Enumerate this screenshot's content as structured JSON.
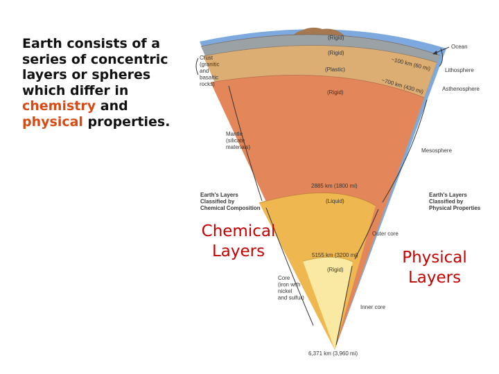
{
  "intro": {
    "line1": "Earth consists of a",
    "line2": "series of concentric",
    "line3": "layers or spheres",
    "line4": "which differ in",
    "highlight1": "chemistry",
    "conj": " and",
    "highlight2": "physical",
    "tail": " properties."
  },
  "labels": {
    "rigid_top": "(Rigid)",
    "rigid_litho": "(Rigid)",
    "plastic": "(Plastic)",
    "rigid_meso": "(Rigid)",
    "liquid": "(Liquid)",
    "rigid_inner": "(Rigid)",
    "ocean": "Ocean",
    "lithosphere": "Lithosphere",
    "asthenosphere": "Asthenosphere",
    "mesosphere": "Mesosphere",
    "outer_core": "Outer core",
    "inner_core": "Inner core",
    "crust": [
      "Crust",
      "(granitic",
      "and",
      "basaltic",
      "rocks)"
    ],
    "mantle": [
      "Mantle",
      "(silicate",
      "materials)"
    ],
    "core": [
      "Core",
      "(iron with",
      "nickel",
      "and sulfur)"
    ],
    "chem_class": [
      "Earth's Layers",
      "Classified by",
      "Chemical Composition"
    ],
    "phys_class": [
      "Earth's Layers",
      "Classified by",
      "Physical Properties"
    ],
    "depth_100": "~100 km (60 mi)",
    "depth_700": "~700 km (430 mi)",
    "depth_2885": "2885 km (1800 mi)",
    "depth_5155": "5155 km (3200 mi)",
    "depth_6371": "6,371 km (3,960 mi)"
  },
  "big": {
    "chemical": [
      "Chemical",
      "Layers"
    ],
    "physical": [
      "Physical",
      "Layers"
    ]
  },
  "colors": {
    "text_highlight": "#d94a12",
    "big_label": "#c40000",
    "ocean": "#7ea9df",
    "crust": "#a5784f",
    "lithosphere": "#9aa2a6",
    "asthenosphere": "#dcae74",
    "mesosphere": "#e3865a",
    "outer_core": "#efb74f",
    "inner_core": "#f9e9a3"
  }
}
